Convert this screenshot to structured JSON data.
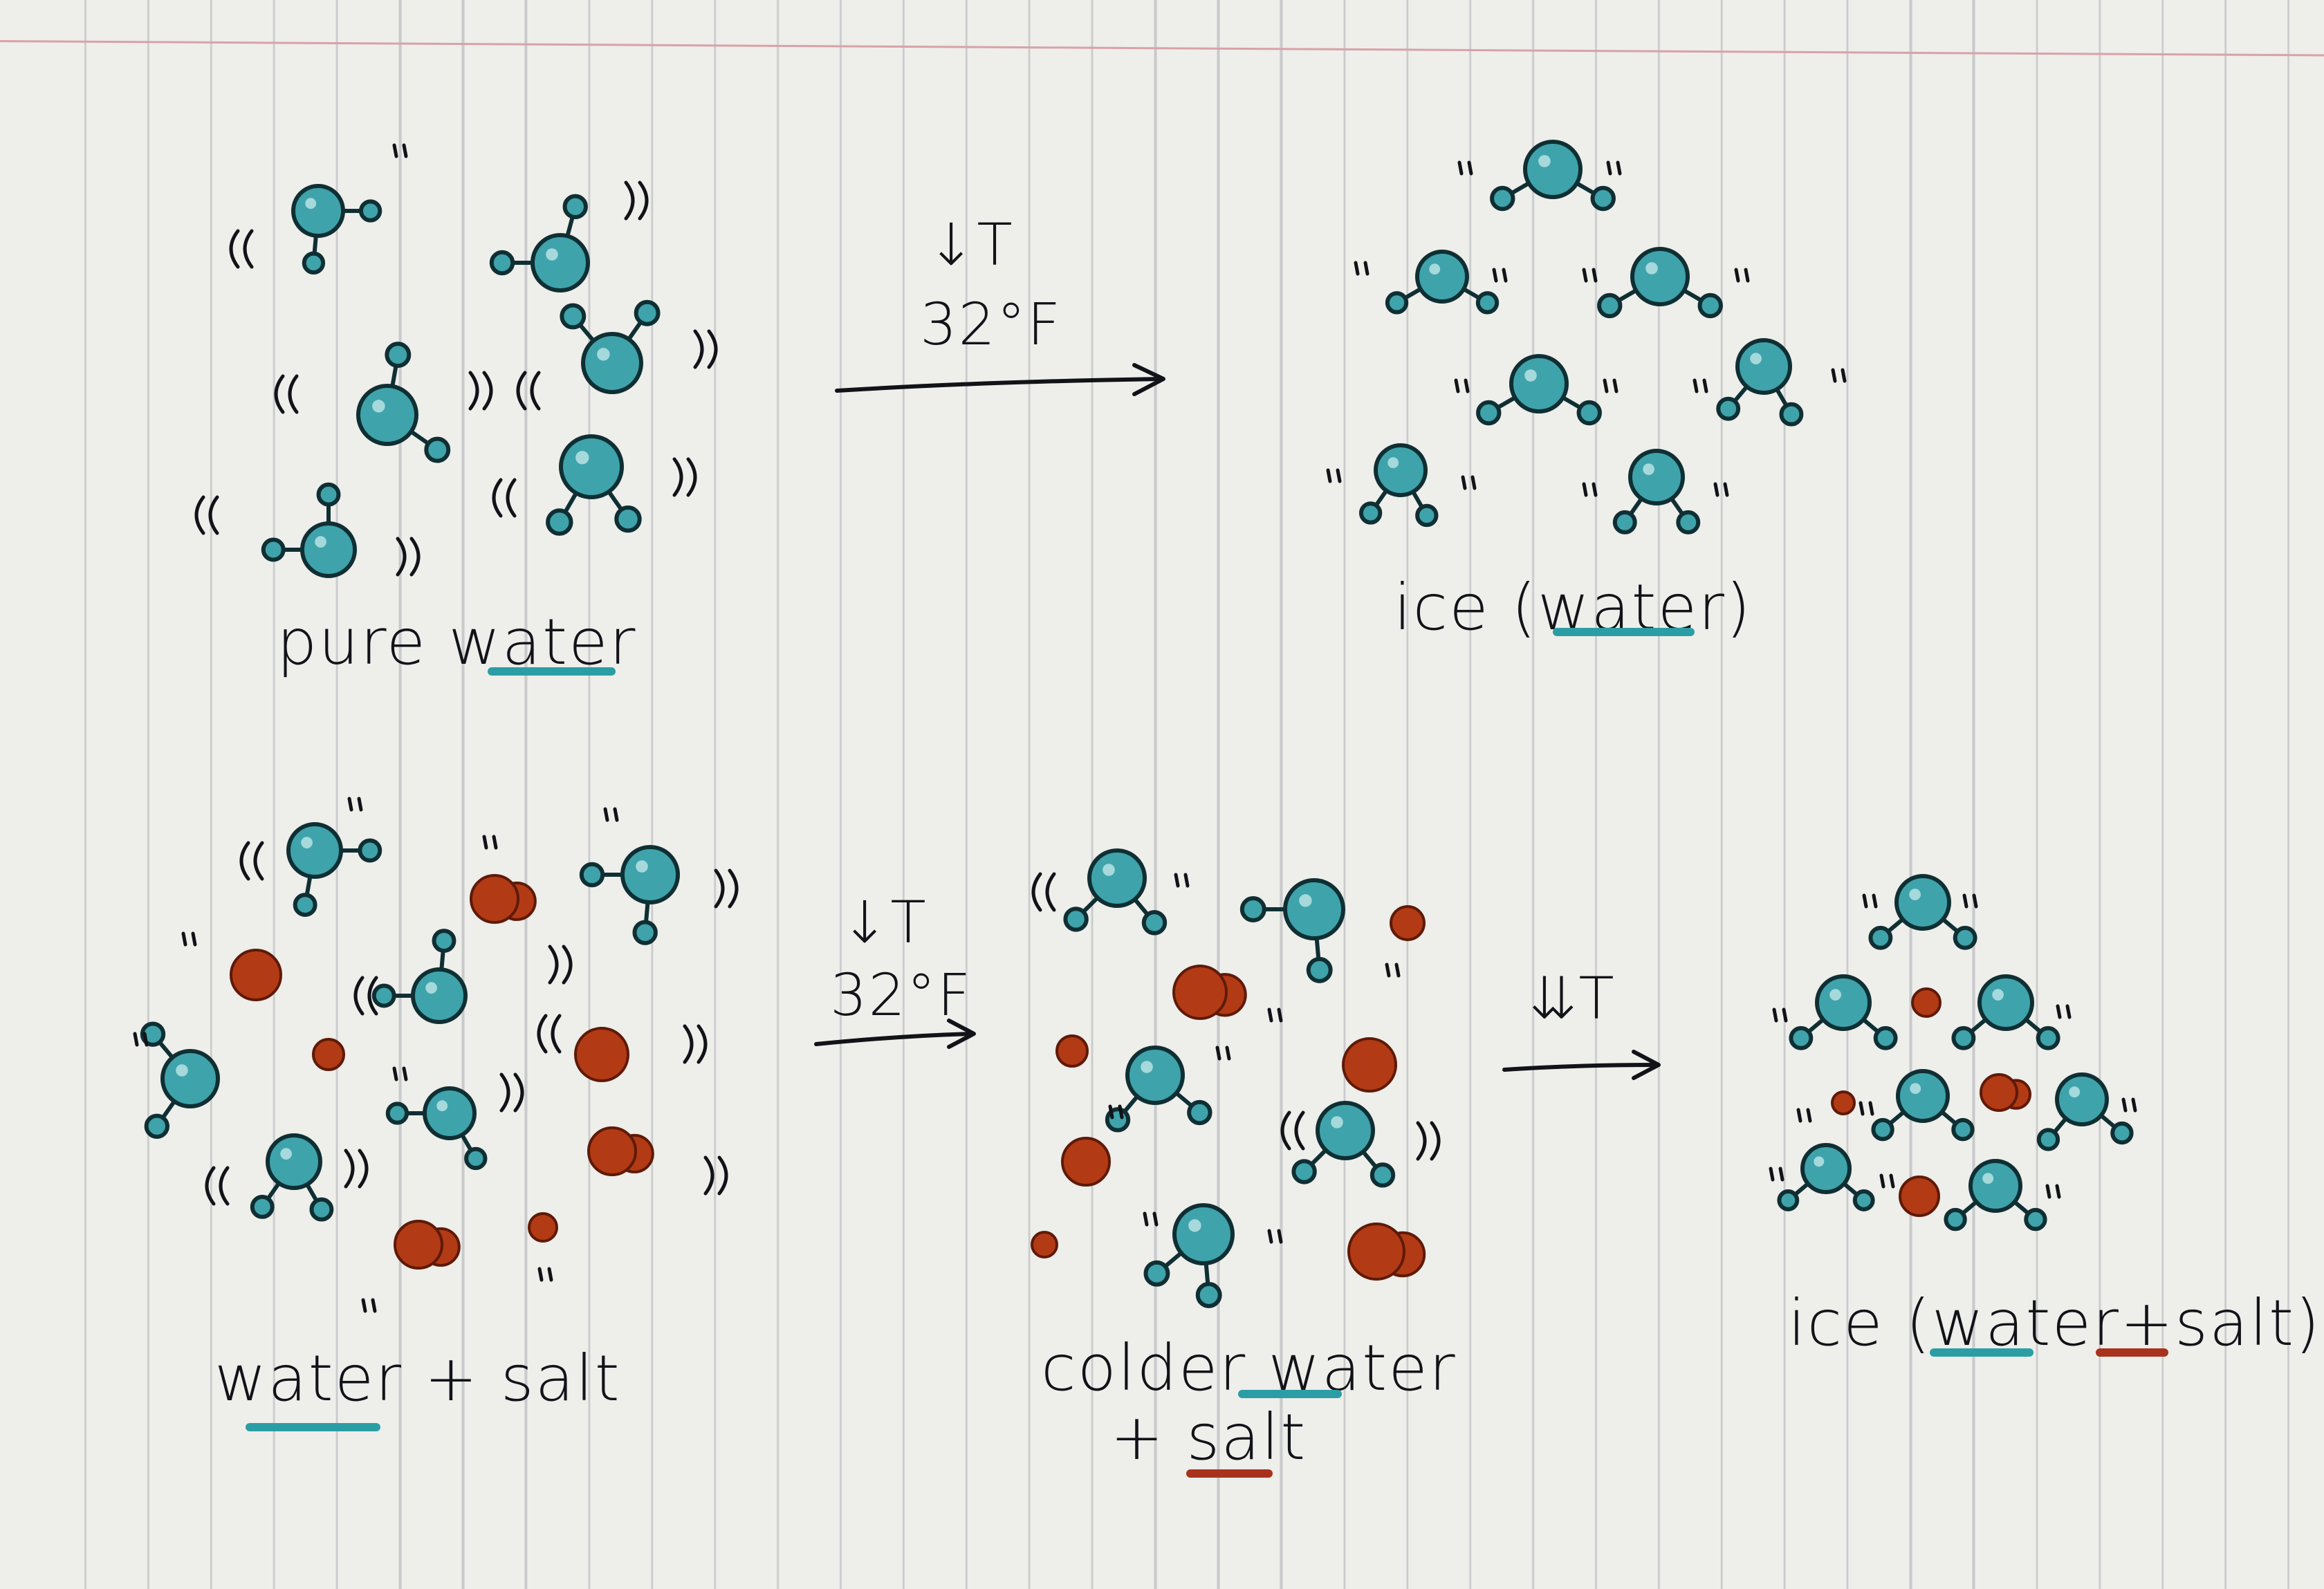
{
  "colors": {
    "water_molecule": "#3fa3ab",
    "water_outline": "#0f2f33",
    "salt_ion": "#b23a14",
    "ink": "#121318",
    "underline_water": "#2b9ea5",
    "underline_salt": "#a8321c"
  },
  "labels": {
    "pure_water": "pure water",
    "ice_water": "ice (water)",
    "water_salt": "water + salt",
    "colder_water_line1": "colder water",
    "colder_water_line2": "+ salt",
    "ice_water_salt": "ice (water+salt)"
  },
  "arrows": {
    "top": {
      "temp_symbol": "↓T",
      "temp_value": "32°F"
    },
    "bottom_first": {
      "temp_symbol": "↓T",
      "temp_value": "32°F"
    },
    "bottom_second": {
      "temp_symbol": "⇊T"
    }
  }
}
